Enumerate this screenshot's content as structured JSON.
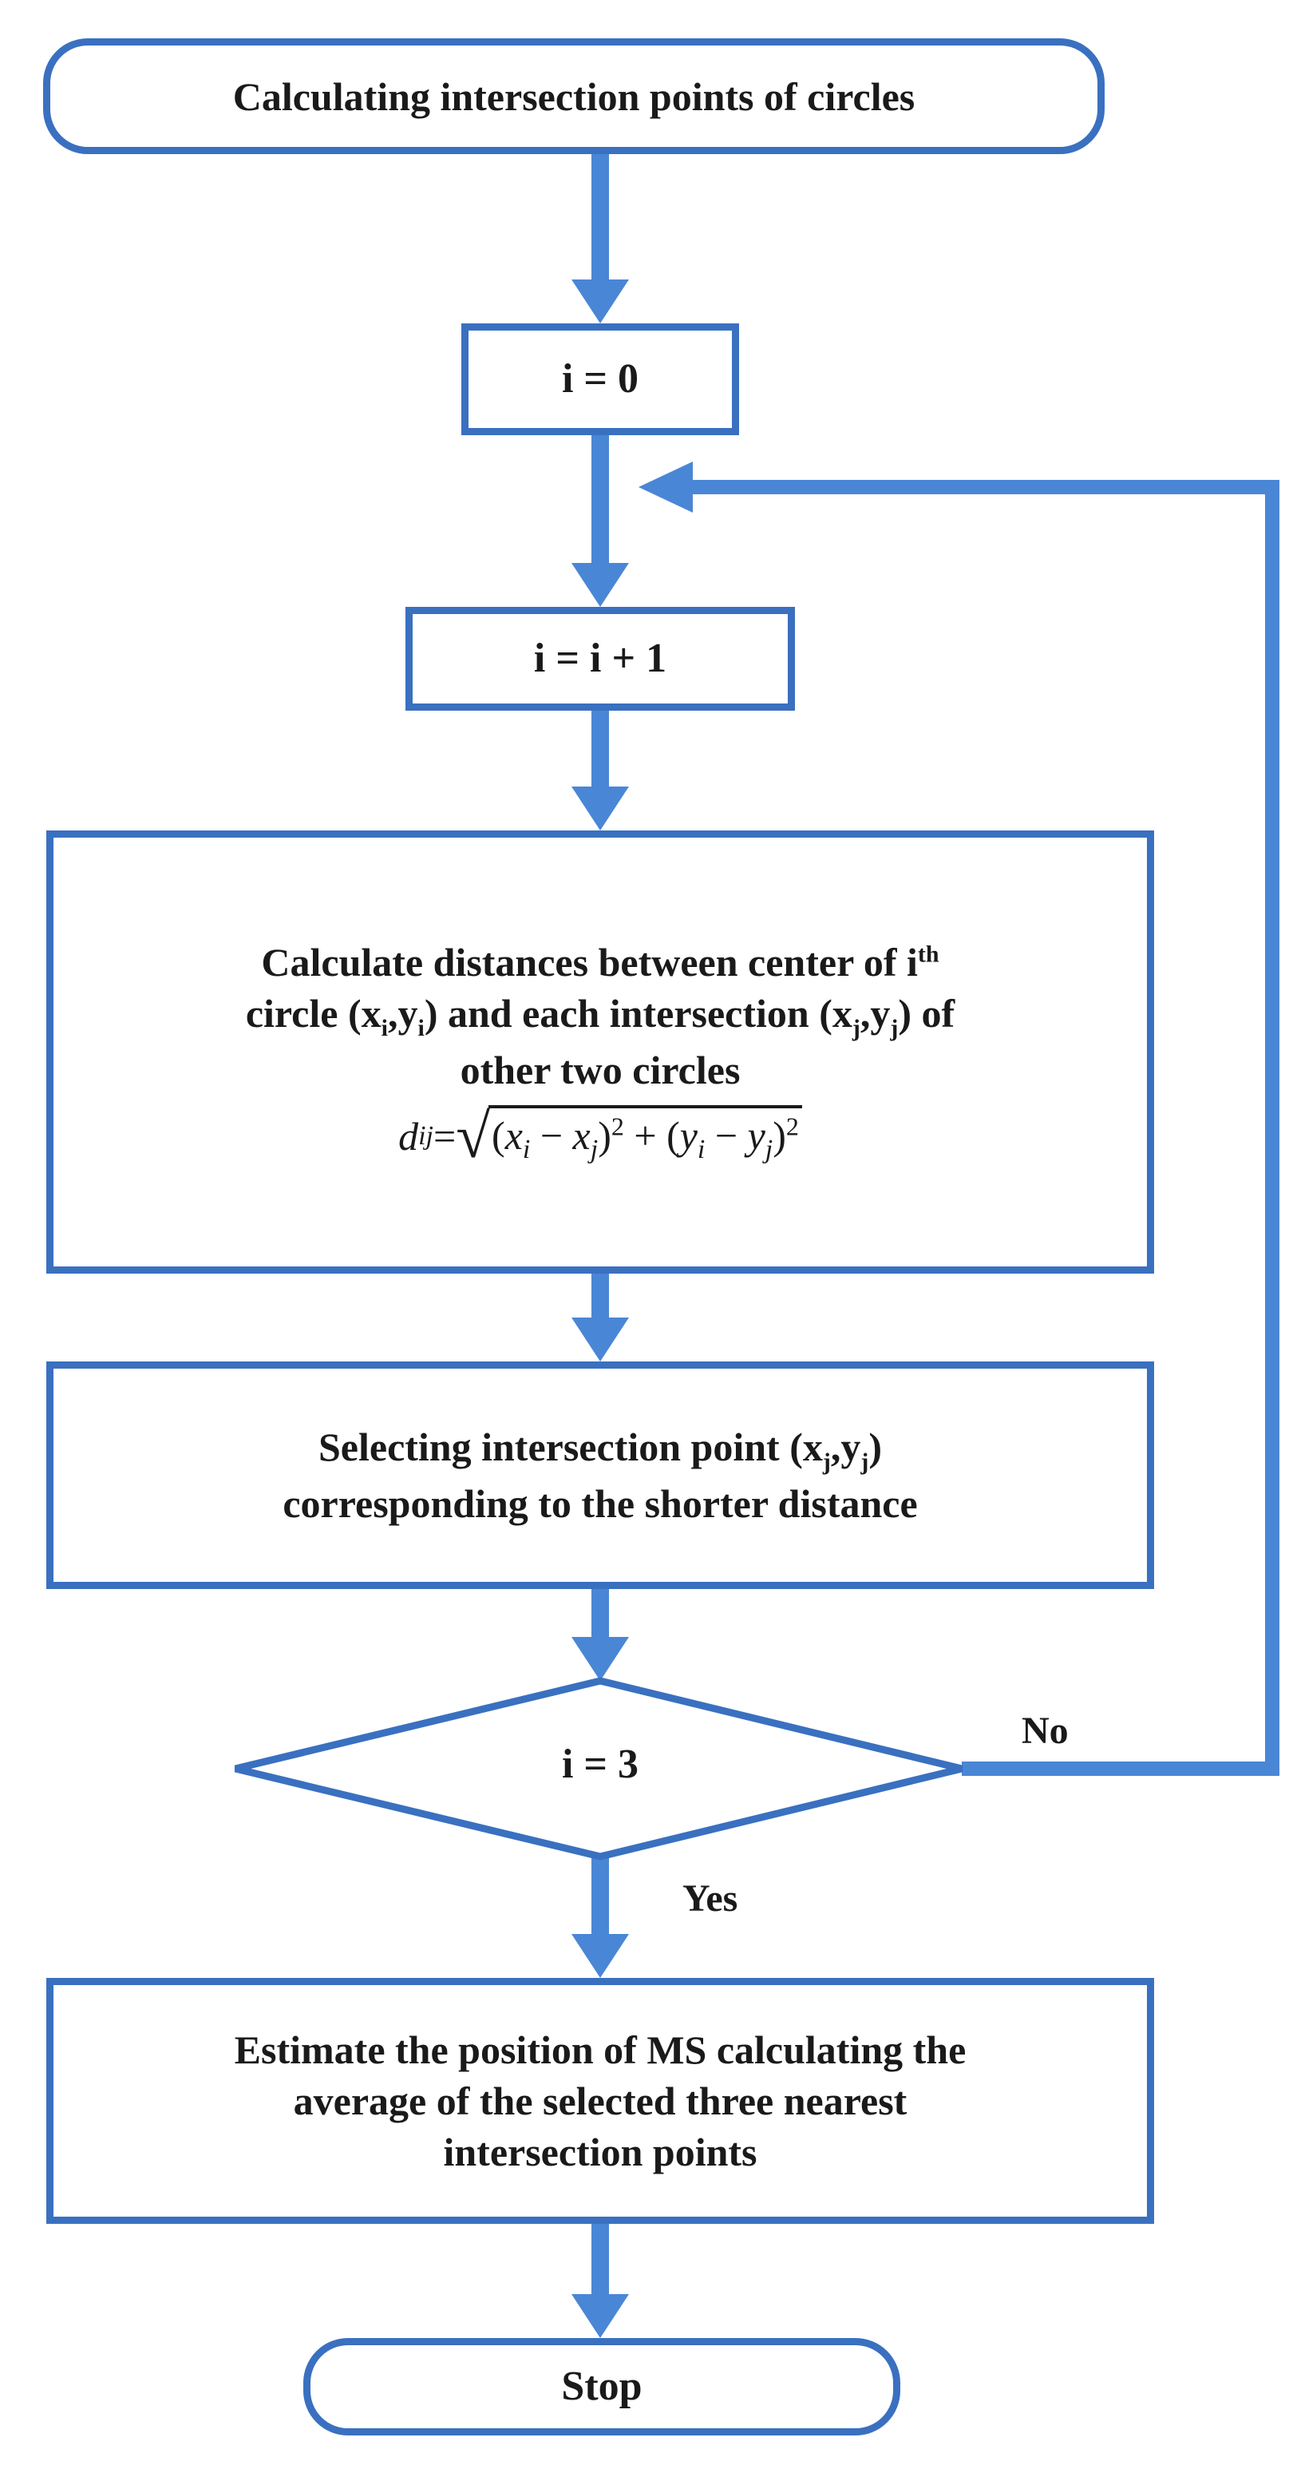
{
  "colors": {
    "box_border": "#3a70c0",
    "arrow": "#4a86d6",
    "text": "#1a1a1a"
  },
  "nodes": {
    "start": "Calculating intersection points of circles",
    "init": "i = 0",
    "increment": "i = i + 1",
    "calculate": {
      "line1": "Calculate distances between center of i",
      "line1_sup": "th",
      "line2_a": "circle (x",
      "line2_b": ",y",
      "line2_c": ") and each intersection (x",
      "line2_d": ",y",
      "line2_e": ") of",
      "sub_i": "i",
      "sub_j": "j",
      "line3": "other two circles",
      "formula": {
        "lhs": "d",
        "lhs_sub": "ij",
        "equals": " = ",
        "open": "(",
        "x": "x",
        "y": "y",
        "minus": " − ",
        "close": ")",
        "square": "2",
        "plus": " + "
      }
    },
    "select": {
      "line1": "Selecting intersection point (x",
      "line1_b": ",y",
      "line1_c": ")",
      "sub_j": "j",
      "line2": "corresponding to the shorter distance"
    },
    "decision": "i = 3",
    "estimate": {
      "line1": "Estimate the position of MS calculating the",
      "line2": "average of the selected three nearest",
      "line3": "intersection points"
    },
    "stop": "Stop"
  },
  "edges": {
    "no": "No",
    "yes": "Yes"
  }
}
